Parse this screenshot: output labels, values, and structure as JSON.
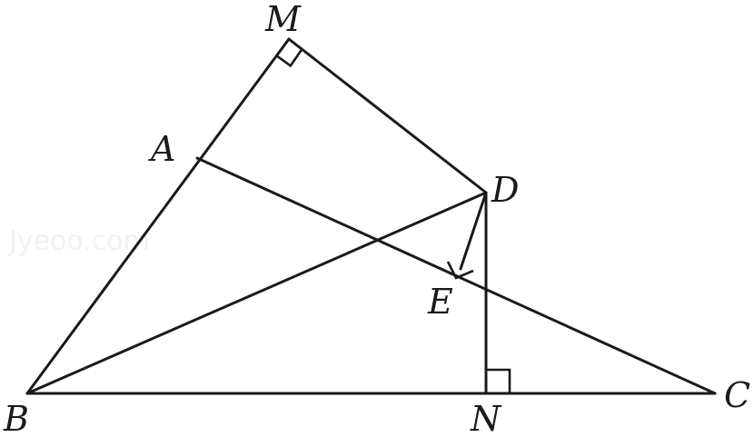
{
  "diagram": {
    "points": {
      "M": "M",
      "A": "A",
      "D": "D",
      "E": "E",
      "B": "B",
      "N": "N",
      "C": "C"
    },
    "segments": [
      "BM",
      "MD",
      "AC",
      "BD",
      "DE",
      "DN",
      "BC"
    ],
    "right_angles": [
      "M",
      "E",
      "N"
    ],
    "watermark": "Jyeoo.com"
  }
}
